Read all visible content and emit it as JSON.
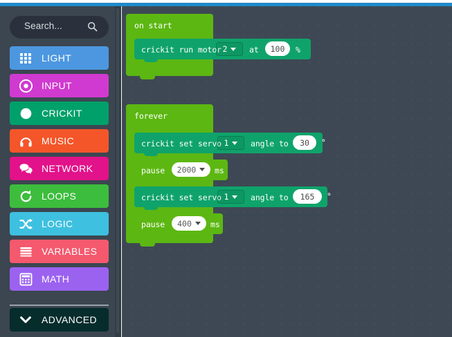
{
  "theme": {
    "accent_bar": "#1f8ac9",
    "sidebar_bg": "#3b4650",
    "canvas_bg": "#3e4854",
    "loops_green": "#5cb712",
    "crickit_teal": "#0fa36b"
  },
  "search": {
    "placeholder": "Search...",
    "icon": "search-icon"
  },
  "toolbox": {
    "categories": [
      {
        "label": "LIGHT",
        "color": "#4c97e0",
        "icon": "grid-icon"
      },
      {
        "label": "INPUT",
        "color": "#d03ad0",
        "icon": "target-dot-icon"
      },
      {
        "label": "CRICKIT",
        "color": "#00a06a",
        "icon": "circle-filled-icon"
      },
      {
        "label": "MUSIC",
        "color": "#f4562a",
        "icon": "headphones-icon"
      },
      {
        "label": "NETWORK",
        "color": "#e2128a",
        "icon": "speech-bubbles-icon"
      },
      {
        "label": "LOOPS",
        "color": "#3dbd3d",
        "icon": "refresh-arrow-icon"
      },
      {
        "label": "LOGIC",
        "color": "#3ec0e0",
        "icon": "shuffle-arrows-icon"
      },
      {
        "label": "VARIABLES",
        "color": "#f4596e",
        "icon": "bars-icon"
      },
      {
        "label": "MATH",
        "color": "#9b62f0",
        "icon": "calculator-icon"
      }
    ],
    "advanced": {
      "label": "ADVANCED",
      "color": "#062c2c",
      "icon": "chevron-down-icon"
    }
  },
  "workspace": {
    "on_start": {
      "title": "on start",
      "color": "#5cb712",
      "children": [
        {
          "kind": "crickit-run-motor",
          "color": "#0fa36b",
          "text_1": "crickit run motor",
          "motor": "2",
          "text_2": "at",
          "speed": "100",
          "unit": "%"
        }
      ]
    },
    "forever": {
      "title": "forever",
      "color": "#5cb712",
      "children": [
        {
          "kind": "crickit-set-servo",
          "color": "#0fa36b",
          "text_1": "crickit set servo",
          "servo": "1",
          "text_2": "angle to",
          "angle": "30",
          "unit": "°"
        },
        {
          "kind": "pause",
          "color": "#5cb712",
          "text_1": "pause",
          "duration": "2000",
          "unit": "ms"
        },
        {
          "kind": "crickit-set-servo",
          "color": "#0fa36b",
          "text_1": "crickit set servo",
          "servo": "1",
          "text_2": "angle to",
          "angle": "165",
          "unit": "°"
        },
        {
          "kind": "pause",
          "color": "#5cb712",
          "text_1": "pause",
          "duration": "400",
          "unit": "ms"
        }
      ]
    }
  }
}
